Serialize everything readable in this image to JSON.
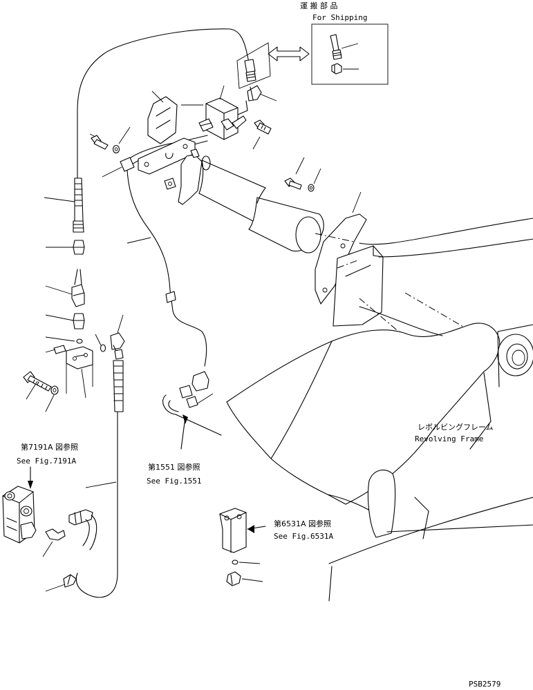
{
  "labels": {
    "shipping_jp": "運 搬 部 品",
    "shipping_en": "For Shipping",
    "frame_jp": "レボルビングフレーム",
    "frame_en": "Revolving Frame",
    "ref_7191_jp": "第7191A 図参照",
    "ref_7191_en": "See Fig.7191A",
    "ref_1551_jp": "第1551 図参照",
    "ref_1551_en": "See Fig.1551",
    "ref_6531_jp": "第6531A 図参照",
    "ref_6531_en": "See Fig.6531A",
    "drawing_no": "PSB2579"
  }
}
